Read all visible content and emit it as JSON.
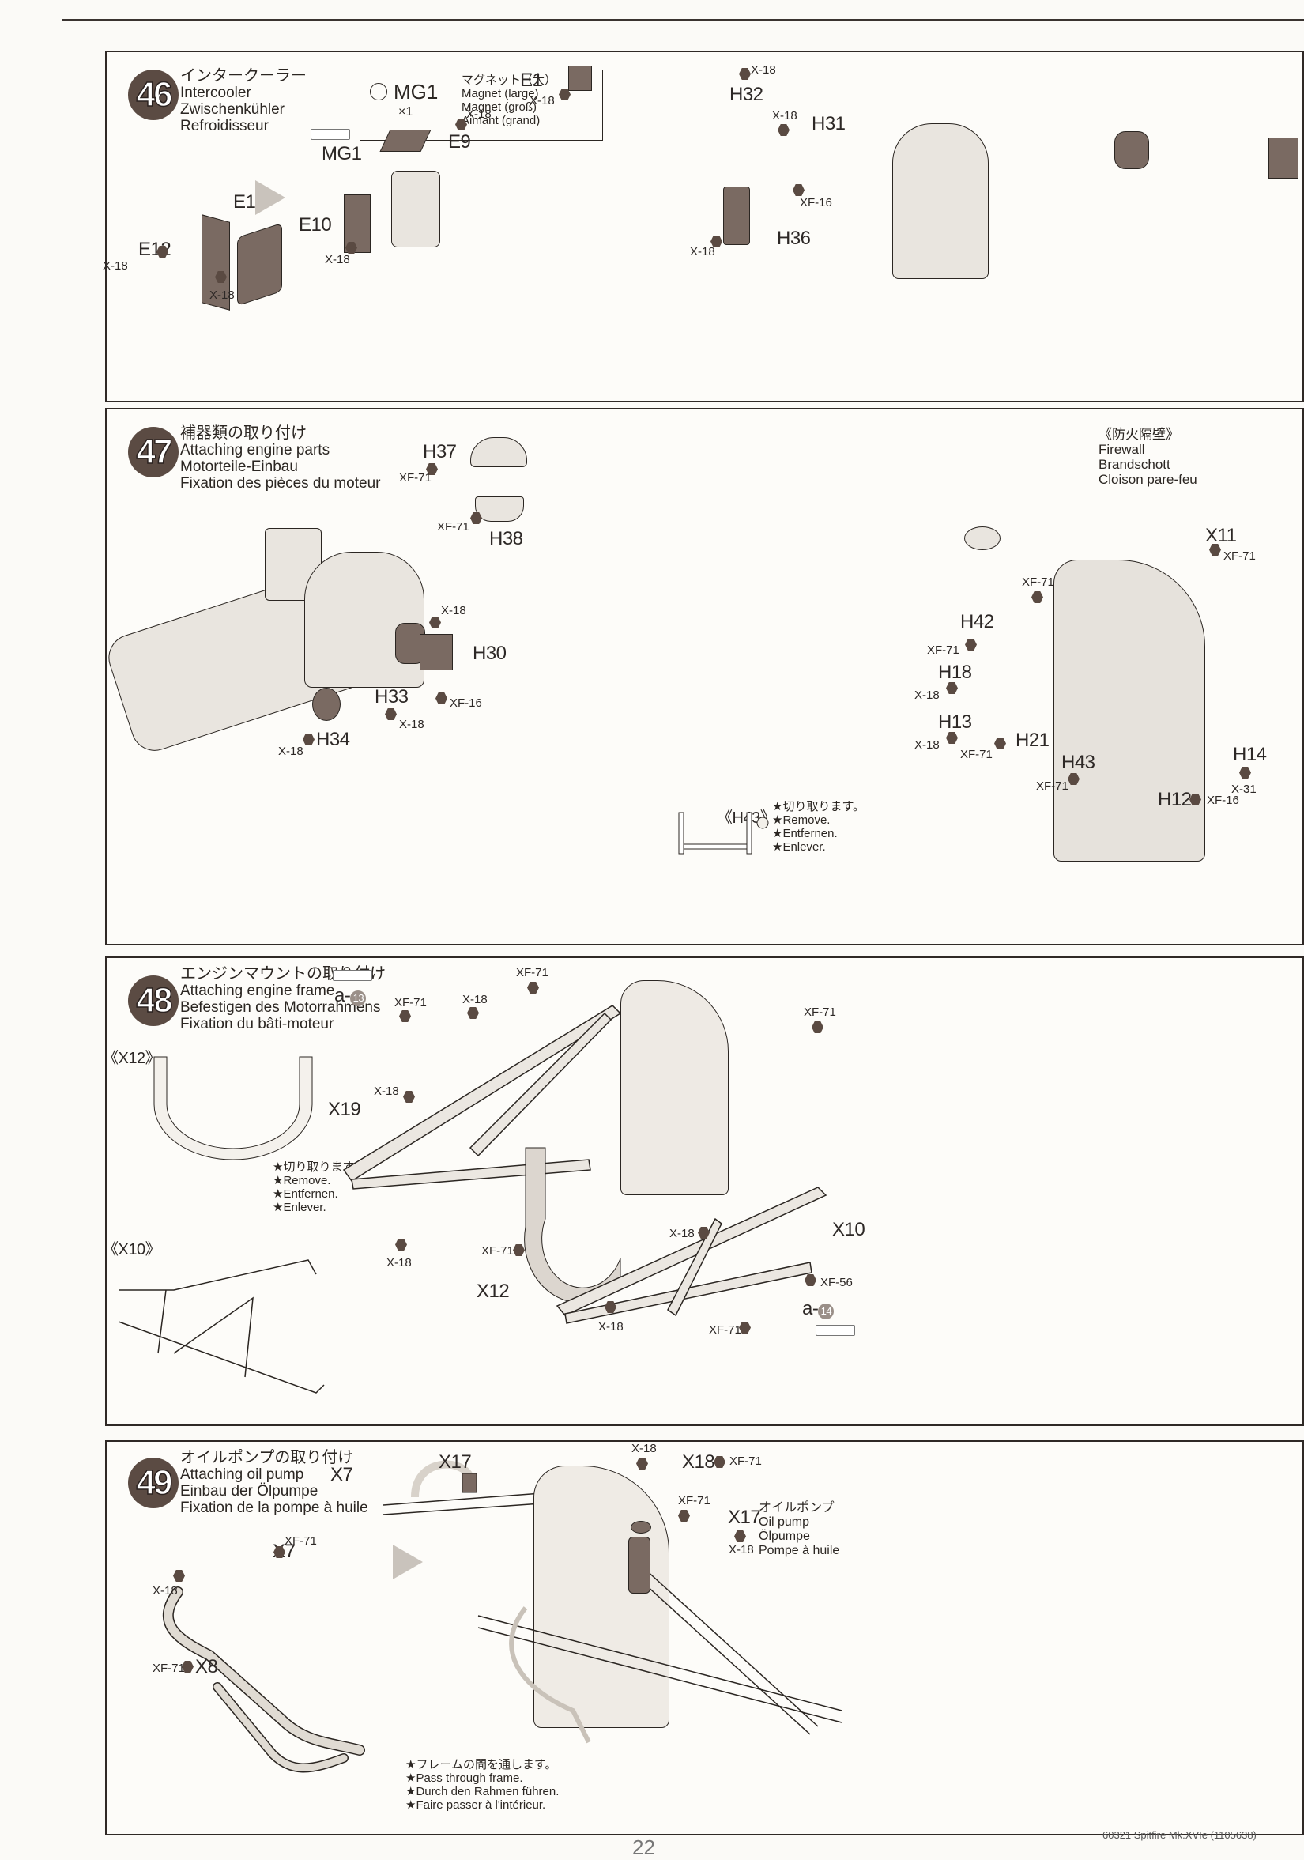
{
  "page": {
    "page_number": "22",
    "footer_text": "60321 Spitfire Mk.XVIe (1105638)"
  },
  "steps": [
    {
      "number": "46",
      "title_jp": "インタークーラー",
      "title_en": "Intercooler",
      "title_de": "Zwischenkühler",
      "title_fr": "Refroidisseur",
      "magnet_box": {
        "part": "MG1",
        "qty": "×1",
        "jp": "マグネット（大）",
        "en": "Magnet (large)",
        "de": "Magnet (groß)",
        "fr": "Aimant (grand)"
      },
      "labels": {
        "e12": "E12",
        "e11": "E11",
        "mg1": "MG1",
        "e9": "E9",
        "e10": "E10",
        "e1": "E1",
        "h32": "H32",
        "h31": "H31",
        "h36": "H36"
      },
      "paints": {
        "e12": "X-18",
        "e11": "X-18",
        "e9": "X-18",
        "e10": "X-18",
        "e1": "X-18",
        "h32": "X-18",
        "h31_top": "X-18",
        "h31_bottom": "XF-16",
        "h36": "X-18"
      }
    },
    {
      "number": "47",
      "title_jp": "補器類の取り付け",
      "title_en": "Attaching engine parts",
      "title_de": "Motorteile-Einbau",
      "title_fr": "Fixation des pièces du moteur",
      "firewall": {
        "jp": "《防火隔壁》",
        "en": "Firewall",
        "de": "Brandschott",
        "fr": "Cloison pare-feu"
      },
      "labels": {
        "h37": "H37",
        "h38": "H38",
        "h30": "H30",
        "h33": "H33",
        "h34": "H34",
        "h42": "H42",
        "h18": "H18",
        "h13": "H13",
        "h21": "H21",
        "h43": "H43",
        "x11": "X11",
        "h14": "H14",
        "h12": "H12"
      },
      "paints": {
        "h37": "XF-71",
        "h38": "XF-71",
        "h30_top": "X-18",
        "h30_bottom": "XF-16",
        "h33": "X-18",
        "h34": "X-18",
        "h42": "XF-71",
        "h42_top": "XF-71",
        "h18": "X-18",
        "h13": "X-18",
        "h21": "XF-71",
        "h43": "XF-71",
        "x11": "XF-71",
        "h14": "X-31",
        "h12": "XF-16"
      },
      "detail": {
        "label": "《H43》",
        "note_jp": "★切り取ります。",
        "note_en": "★Remove.",
        "note_de": "★Entfernen.",
        "note_fr": "★Enlever."
      }
    },
    {
      "number": "48",
      "title_jp": "エンジンマウントの取り付け",
      "title_en": "Attaching engine frame",
      "title_de": "Befestigen des Motorrahmens",
      "title_fr": "Fixation du bâti-moteur",
      "detail_x12": "《X12》",
      "detail_x10": "《X10》",
      "remove_note": {
        "jp": "★切り取ります。",
        "en": "★Remove.",
        "de": "★Entfernen.",
        "fr": "★Enlever."
      },
      "labels": {
        "a13": "a-",
        "a13_num": "13",
        "x19": "X19",
        "x12": "X12",
        "x10": "X10",
        "a14": "a-",
        "a14_num": "14"
      },
      "paints": {
        "a13_plate": "XF-71",
        "frame_top": "XF-71",
        "frame_clamp": "X-18",
        "x19_clamp": "X-18",
        "x19_round": "X-18",
        "x12": "XF-71",
        "x10_top": "XF-71",
        "x10_clamp": "X-18",
        "x10_xf56": "XF-56",
        "x10_bottom": "X-18",
        "a14_plate": "XF-71"
      }
    },
    {
      "number": "49",
      "title_jp": "オイルポンプの取り付け",
      "title_en": "Attaching oil pump",
      "title_de": "Einbau der Ölpumpe",
      "title_fr": "Fixation de la pompe à huile",
      "oil_pump": {
        "jp": "オイルポンプ",
        "en": "Oil pump",
        "de": "Ölpumpe",
        "fr": "Pompe à huile"
      },
      "labels": {
        "x7_detail": "X7",
        "x17_detail": "X17",
        "x7": "X7",
        "x8": "X8",
        "x18": "X18",
        "x17": "X17"
      },
      "paints": {
        "x7": "XF-71",
        "x7_joint": "X-18",
        "x8": "XF-71",
        "x18_top": "X-18",
        "x18": "XF-71",
        "pump": "XF-71",
        "x17": "X-18"
      },
      "frame_note": {
        "jp": "★フレームの間を通します。",
        "en": "★Pass through frame.",
        "de": "★Durch den Rahmen führen.",
        "fr": "★Faire passer à l'intérieur."
      }
    }
  ]
}
